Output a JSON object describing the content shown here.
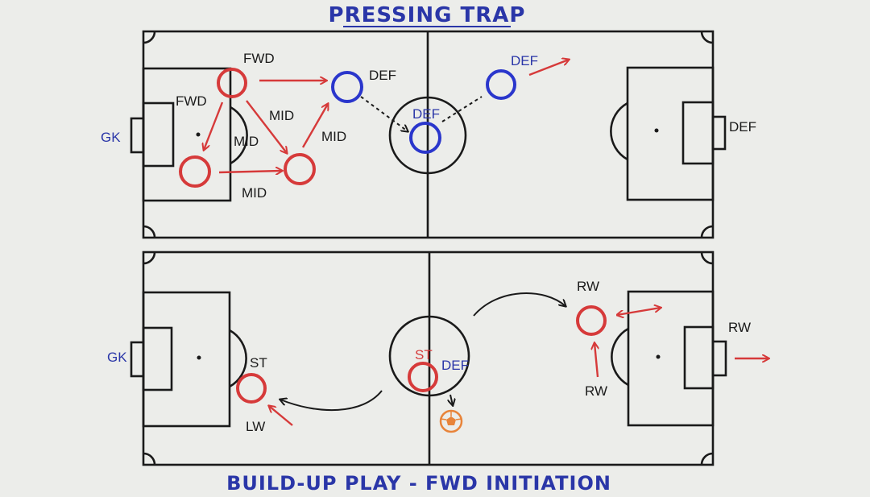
{
  "colors": {
    "board": "#ecedea",
    "ink": "#1a1a1a",
    "title_blue": "#2a36a8",
    "team_red": "#d63a3a",
    "team_blue": "#2a36cc",
    "ball_orange": "#e8843a"
  },
  "top_diagram": {
    "title": "PRESSING TRAP",
    "labels": {
      "gk": "GK",
      "fwd_top": "FWD",
      "fwd_left": "FWD",
      "mid_a": "MID",
      "mid_b": "MID",
      "mid_c": "MID",
      "mid_d": "MID",
      "def_1": "DEF",
      "def_center": "DEF",
      "def_3": "DEF",
      "def_right": "DEF"
    }
  },
  "bottom_diagram": {
    "title": "BUILD-UP PLAY - FWD INITIATION",
    "labels": {
      "gk": "GK",
      "st_left": "ST",
      "lw": "LW",
      "st_center": "ST",
      "def_center": "DEF",
      "rw_top": "RW",
      "rw_bottom": "RW",
      "rw_right": "RW"
    }
  },
  "icons": {
    "ball": "soccer-ball-icon"
  }
}
